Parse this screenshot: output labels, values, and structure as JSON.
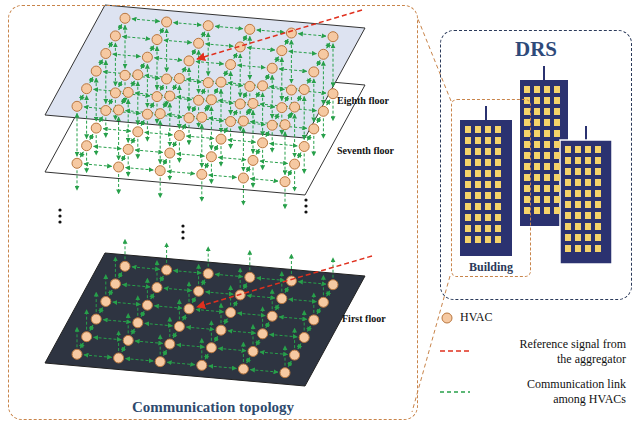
{
  "diagram": {
    "nodes": [
      {
        "text": [
          "Communication topology"
        ]
      },
      {
        "text": [
          "Eighth floor"
        ],
        "in": 0
      },
      {
        "text": [
          "Seventh floor"
        ],
        "in": 0
      },
      {
        "text": [
          "First floor"
        ],
        "in": 0
      },
      {
        "text": [
          "DRS"
        ]
      },
      {
        "text": [
          "Building"
        ],
        "in": 4
      }
    ],
    "edges": [
      {
        "from": 5,
        "to": 0,
        "arrow": "none"
      }
    ],
    "legend": [
      {
        "text": "HVAC"
      },
      {
        "text": "Reference signal from the aggregator"
      },
      {
        "text": "Communication link among HVACs"
      }
    ]
  }
}
